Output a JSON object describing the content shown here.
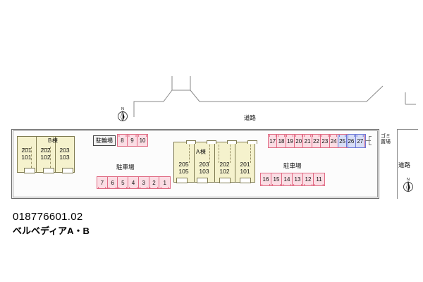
{
  "caption": {
    "code": "018776601.02",
    "property_name": "ベルベディアA・B"
  },
  "labels": {
    "road_top": "道路",
    "road_right": "道路",
    "bicycle_parking": "駐輪場",
    "parking_left": "駐車場",
    "parking_right": "駐車場",
    "garbage_area_line1": "ゴミ",
    "garbage_area_line2": "置場",
    "compass_north": "N"
  },
  "buildings": [
    {
      "name": "B棟",
      "units": [
        {
          "upper": "201",
          "lower": "101"
        },
        {
          "upper": "202",
          "lower": "102"
        },
        {
          "upper": "203",
          "lower": "103"
        }
      ]
    },
    {
      "name": "A棟",
      "units": [
        {
          "upper": "205",
          "lower": "105"
        },
        {
          "upper": "203",
          "lower": "103"
        },
        {
          "upper": "202",
          "lower": "102"
        },
        {
          "upper": "201",
          "lower": "101"
        }
      ]
    }
  ],
  "parking": {
    "bike_row": {
      "stalls": [
        "8",
        "9",
        "10"
      ],
      "color": "#e06a83"
    },
    "left_row": {
      "stalls": [
        "7",
        "6",
        "5",
        "4",
        "3",
        "2",
        "1"
      ],
      "color": "#e06a83"
    },
    "right_top_row": {
      "stalls": [
        "17",
        "18",
        "19",
        "20",
        "21",
        "22",
        "23",
        "24"
      ],
      "color": "#e06a83"
    },
    "right_top_row_blue": {
      "stalls": [
        "25",
        "26",
        "27"
      ],
      "color": "#6d79d8"
    },
    "right_bottom_row": {
      "stalls": [
        "16",
        "15",
        "14",
        "13",
        "12",
        "11"
      ],
      "color": "#e06a83"
    }
  },
  "colors": {
    "building_fill": "#f5f2cd",
    "building_stroke": "#7e7a50",
    "stall_pink_fill": "#fbdde4",
    "stall_pink_stroke": "#e06a83",
    "stall_blue_fill": "#d8def6",
    "stall_blue_stroke": "#6d79d8",
    "site_fill": "#fcfcfc",
    "site_stroke": "#8a8a8a"
  }
}
